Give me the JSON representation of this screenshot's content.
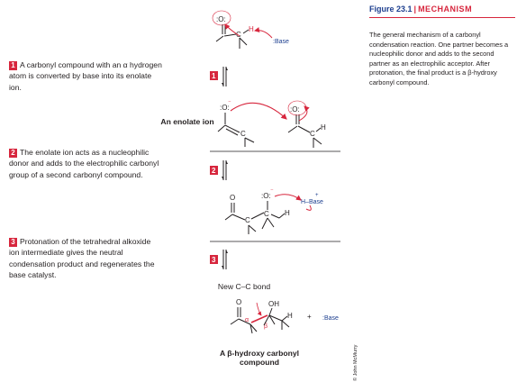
{
  "figure": {
    "number": "Figure 23.1",
    "separator": "|",
    "title": "MECHANISM",
    "caption": "The general mechanism of a carbonyl condensation reaction. One partner becomes a nucleophilic donor and adds to the second partner as an electrophilic acceptor. After protonation, the final product is a β-hydroxy carbonyl compound."
  },
  "steps": [
    {
      "number": "1",
      "text": "A carbonyl compound with an α hydrogen atom is converted by base into its enolate ion."
    },
    {
      "number": "2",
      "text": "The enolate ion acts as a nucleophilic donor and adds to the electrophilic carbonyl group of a second carbonyl compound."
    },
    {
      "number": "3",
      "text": "Protonation of the tetrahedral alkoxide ion intermediate gives the neutral condensation product and regenerates the base catalyst."
    }
  ],
  "labels": {
    "enolate": "An enolate ion",
    "new_bond": "New C–C bond",
    "product": "A β-hydroxy carbonyl compound",
    "credit": "© John McMurry"
  },
  "atoms": {
    "o": "O",
    "o_colon": ":O:",
    "o_minus": "⁻",
    "c": "C",
    "h": "H",
    "oh": "OH",
    "base": ":Base",
    "h_base": "H–Base",
    "plus": "+",
    "alpha": "α",
    "beta": "β",
    "plus_sup": "+"
  },
  "colors": {
    "accent_red": "#d7263d",
    "accent_blue": "#1d3f8f",
    "text": "#231f20"
  }
}
